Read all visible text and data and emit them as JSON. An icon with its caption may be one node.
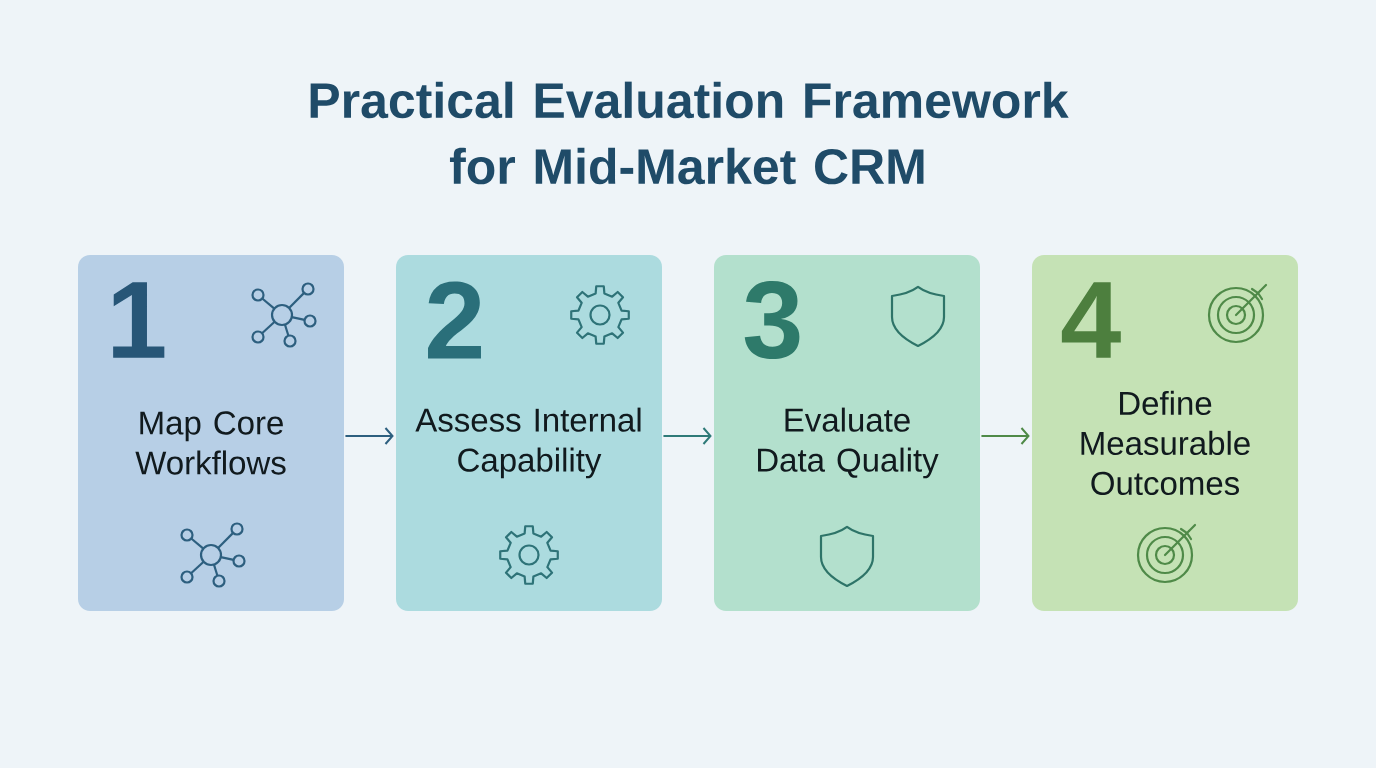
{
  "diagram": {
    "title": "Practical Evaluation Framework for Mid-Market CRM",
    "nodes": [
      {
        "text": [
          "1",
          "Map Core Workflows"
        ]
      },
      {
        "text": [
          "2",
          "Assess Internal Capability"
        ]
      },
      {
        "text": [
          "3",
          "Evaluate Data Quality"
        ]
      },
      {
        "text": [
          "4",
          "Define Measurable Outcomes"
        ]
      }
    ],
    "edges": [
      {
        "from": 0,
        "to": 1,
        "arrow": "to",
        "color": "#2d5f7f"
      },
      {
        "from": 1,
        "to": 2,
        "arrow": "to",
        "color": "#2e7a78"
      },
      {
        "from": 2,
        "to": 3,
        "arrow": "to",
        "color": "#4f8a48"
      }
    ]
  }
}
